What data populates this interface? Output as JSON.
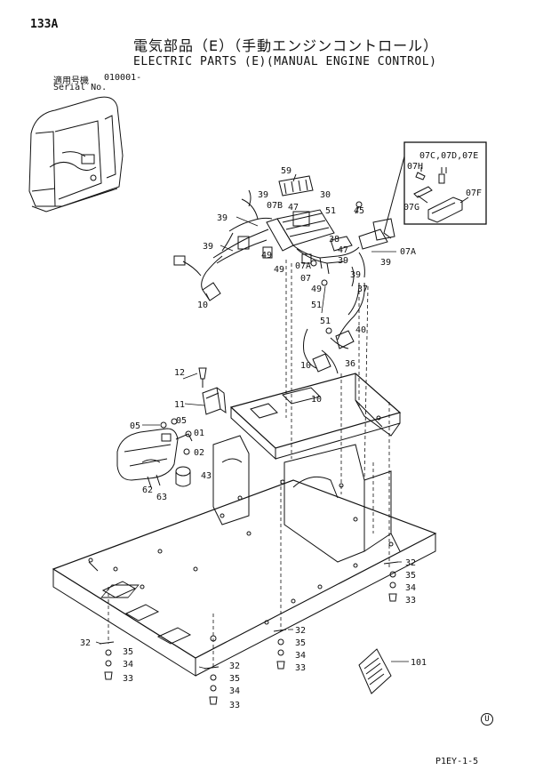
{
  "header": {
    "page_number": "133A",
    "title_jp": "電気部品（E）（手動エンジンコントロール）",
    "title_en": "ELECTRIC PARTS (E)(MANUAL ENGINE CONTROL)",
    "serial_label_jp": "適用号機",
    "serial_value": "010001-",
    "serial_label_en": "Serial No."
  },
  "footer": {
    "code": "P1EY-1-5",
    "mark": "U"
  },
  "callouts": {
    "c59": "59",
    "c39a": "39",
    "c30": "30",
    "c07b": "07B",
    "c47a": "47",
    "c51a": "51",
    "c45": "45",
    "c39b": "39",
    "c39c": "39",
    "c38": "38",
    "c47b": "47",
    "c39d": "39",
    "c07a_r": "07A",
    "c39e": "39",
    "c49a": "49",
    "c49b": "49",
    "c07a_c": "07A",
    "c07": "07",
    "c39f": "39",
    "c49c": "49",
    "c37": "37",
    "c10a": "10",
    "c51b": "51",
    "c51c": "51",
    "c40": "40",
    "c10b": "10",
    "c36": "36",
    "c10c": "10",
    "c12": "12",
    "c11": "11",
    "c05a": "05",
    "c05b": "05",
    "c01": "01",
    "c02": "02",
    "c43": "43",
    "c62": "62",
    "c63": "63",
    "c32a": "32",
    "c35a": "35",
    "c34a": "34",
    "c33a": "33",
    "c32b": "32",
    "c35b": "35",
    "c34b": "34",
    "c33b": "33",
    "c32c": "32",
    "c35c": "35",
    "c34c": "34",
    "c33c": "33",
    "c32d": "32",
    "c35d": "35",
    "c34d": "34",
    "c33d": "33",
    "c101": "101",
    "inset_07c": "07C,07D,07E",
    "inset_07h": "07H",
    "inset_07g": "07G",
    "inset_07f": "07F"
  }
}
